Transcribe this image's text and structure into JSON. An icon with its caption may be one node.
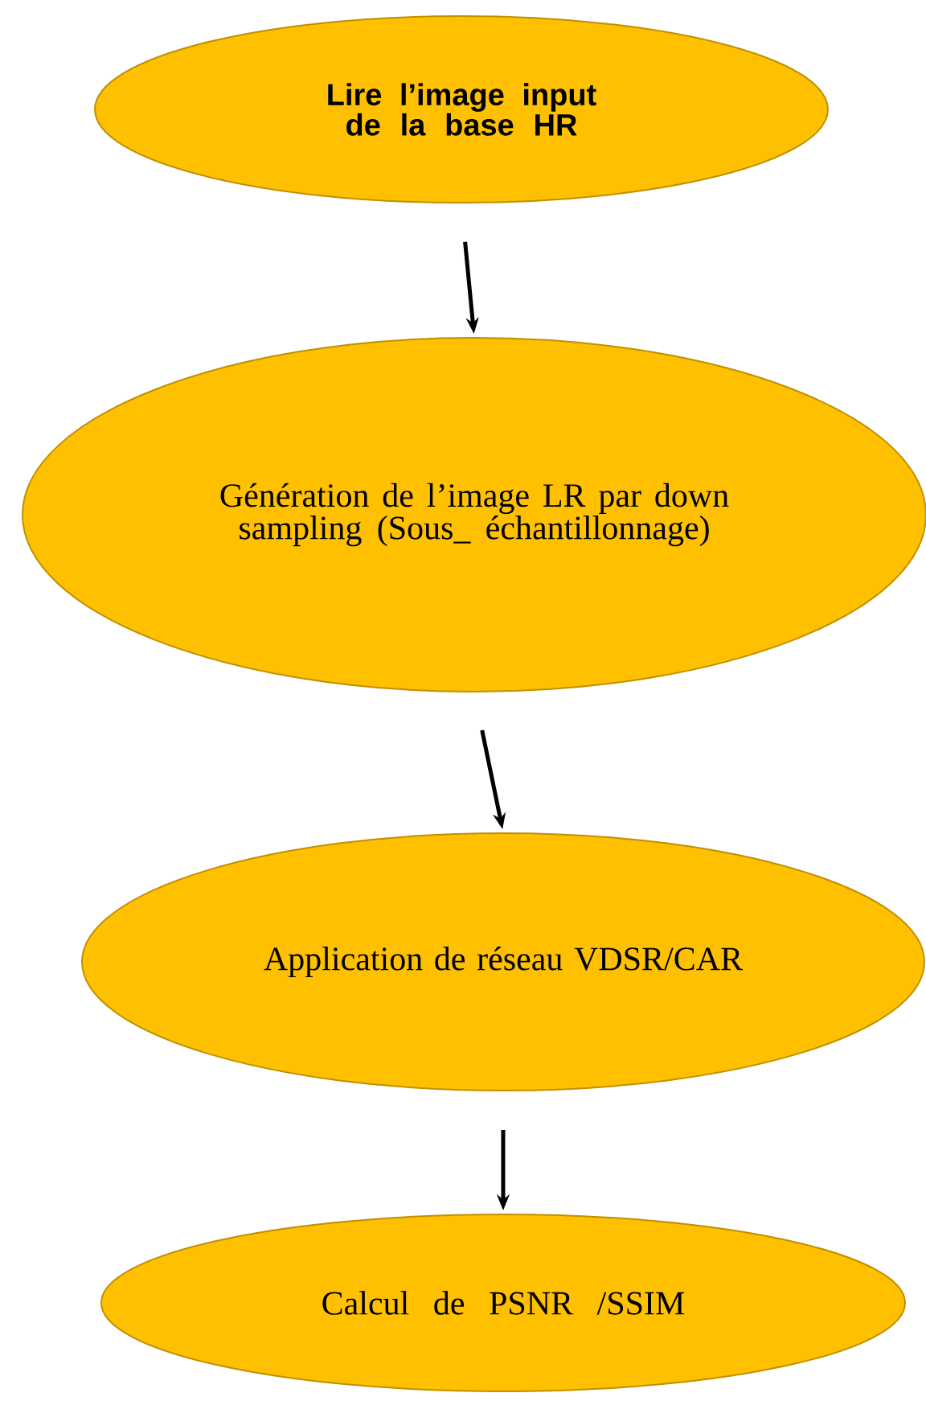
{
  "diagram": {
    "nodes": [
      {
        "text": [
          "**Lire l’image input de la base HR**"
        ]
      },
      {
        "text": [
          "Génération de l’image LR par down sampling (Sous_ échantillonnage)"
        ]
      },
      {
        "text": [
          "Application de réseau VDSR/CAR"
        ]
      },
      {
        "text": [
          "Calcul de PSNR /SSIM"
        ]
      }
    ],
    "edges": [
      {
        "from": 0,
        "to": 1,
        "arrow": "to"
      },
      {
        "from": 1,
        "to": 2,
        "arrow": "to"
      },
      {
        "from": 2,
        "to": 3,
        "arrow": "to"
      }
    ]
  }
}
